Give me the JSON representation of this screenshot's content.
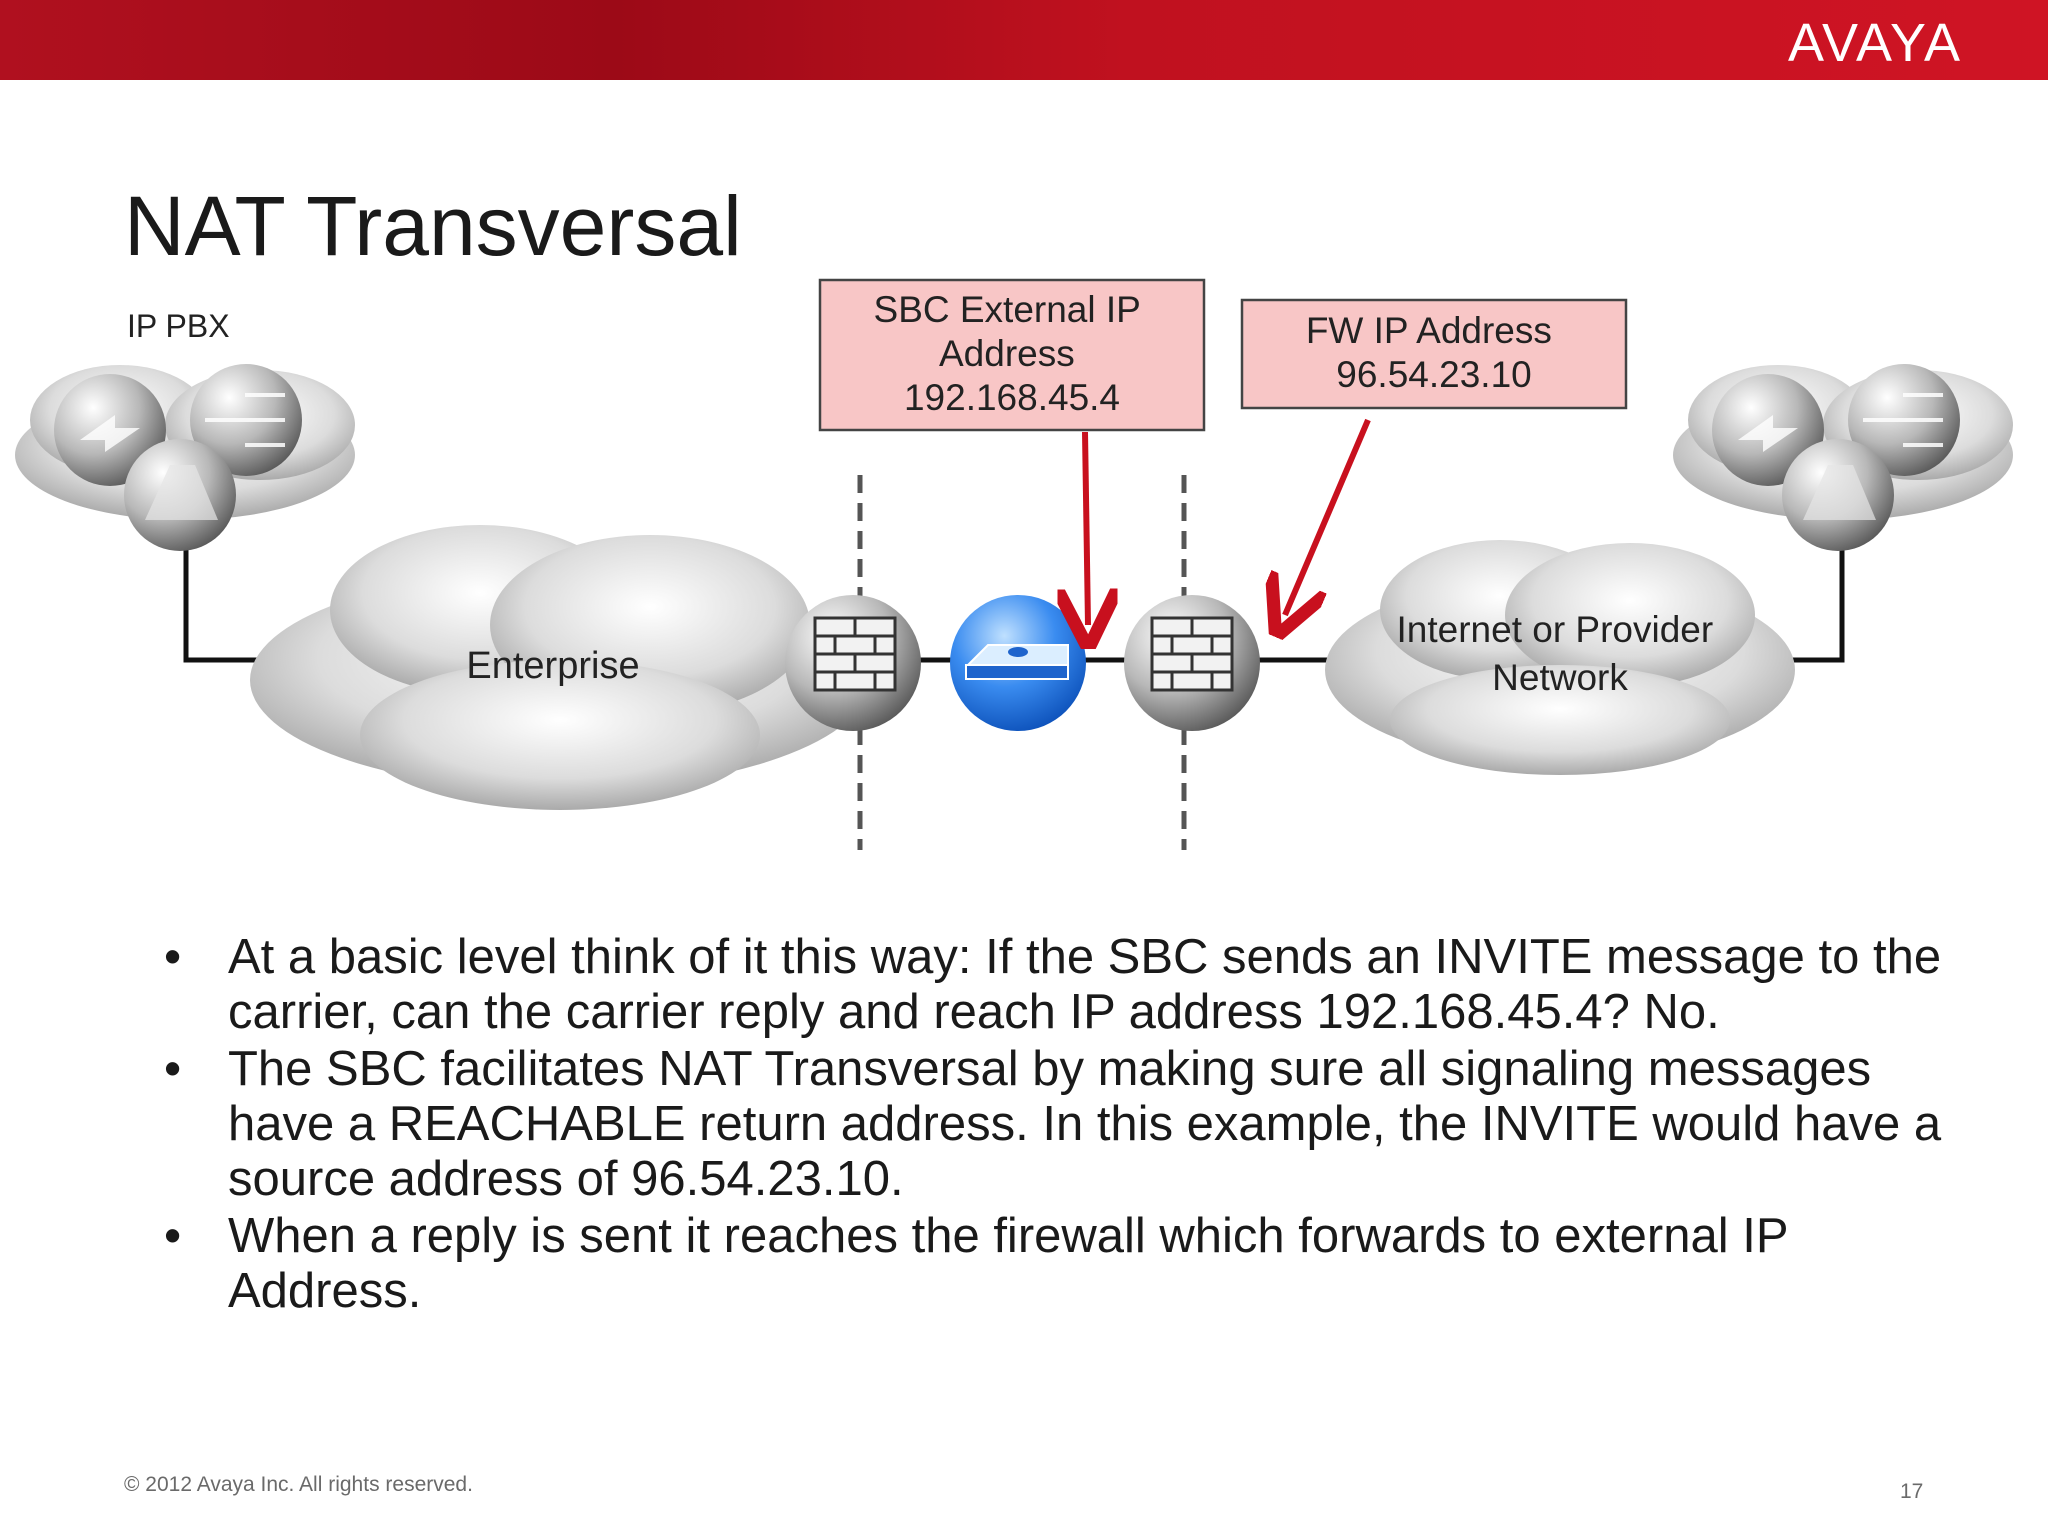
{
  "header": {
    "brand": "AVAYA"
  },
  "slide": {
    "title": "NAT Transversal"
  },
  "diagram": {
    "ip_pbx_label": "IP PBX",
    "enterprise_label": "Enterprise",
    "provider_label_lines": [
      "Internet or Provider",
      "Network"
    ],
    "sbc_callout_lines": [
      "SBC External IP",
      "Address",
      "192.168.45.4"
    ],
    "fw_callout_lines": [
      "FW IP Address",
      "96.54.23.10"
    ],
    "colors": {
      "callout_fill": "#f8c6c6",
      "arrow": "#c8101e",
      "sbc": "#2f7fe6"
    }
  },
  "bullets": [
    "At a basic level think of it this way: If the SBC sends an INVITE message to the carrier, can the carrier reply and reach IP address 192.168.45.4? No.",
    "The SBC facilitates NAT Transversal by making sure all signaling messages have a REACHABLE return address. In this example, the INVITE would have a source address of 96.54.23.10.",
    "When a reply is sent it reaches the firewall which forwards to external IP Address."
  ],
  "footer": {
    "copyright": "© 2012 Avaya Inc. All rights reserved.",
    "page": "17"
  }
}
